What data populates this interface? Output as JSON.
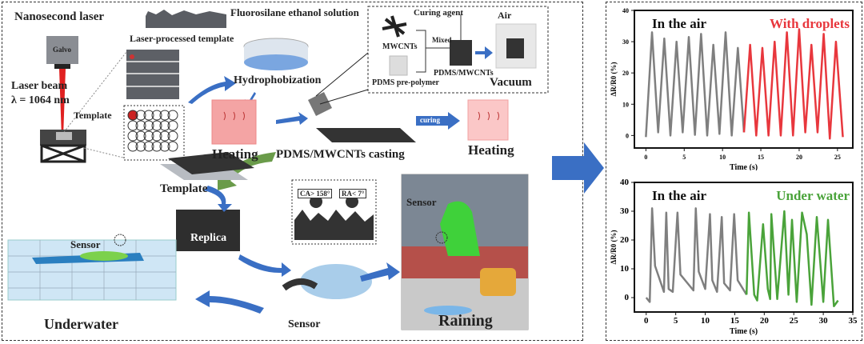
{
  "labels": {
    "nanosecond_laser": "Nanosecond laser",
    "galvo": "Galvo",
    "laser_beam": "Laser beam",
    "wavelength": "λ = 1064 nm",
    "template": "Template",
    "laser_processed_template": "Laser-processed template",
    "fluorosilane": "Fluorosilane ethanol solution",
    "hydrophobization": "Hydrophobization",
    "heating_1": "Heating",
    "heating_2": "Heating",
    "curing_agent": "Curing agent",
    "mwcnts": "MWCNTs",
    "mixed": "Mixed",
    "pdms_prepolymer": "PDMS pre-polymer",
    "pdms_mwcnts": "PDMS/MWCNTs",
    "air": "Air",
    "vacuum": "Vacuum",
    "curing": "curing",
    "casting": "PDMS/MWCNTs casting",
    "template_2": "Template",
    "replica": "Replica",
    "ca": "CA> 158°",
    "ra": "RA< 7°",
    "sensor_water": "Sensor",
    "underwater": "Underwater",
    "sensor_center": "Sensor",
    "sensor_rain": "Sensor",
    "raining": "Raining"
  },
  "colors": {
    "gray_series": "#7f7f7f",
    "red_series": "#e8373d",
    "green_series": "#4aa33a",
    "arrow_blue": "#3a6fc4",
    "arrow_green": "#6a9b4a"
  },
  "chart_data": [
    {
      "type": "line",
      "xlabel": "Time (s)",
      "ylabel": "ΔR/R0 (%)",
      "xlim": [
        -1.5,
        27
      ],
      "ylim": [
        -4,
        40
      ],
      "xticks": [
        0,
        5,
        10,
        15,
        20,
        25
      ],
      "yticks": [
        0,
        10,
        20,
        30,
        40
      ],
      "annotations": [
        "In the air",
        "With droplets"
      ],
      "series": [
        {
          "name": "In the air",
          "color": "#7f7f7f",
          "x": [
            0,
            0.8,
            1.6,
            2.4,
            3.2,
            4.0,
            4.8,
            5.6,
            6.4,
            7.2,
            8.0,
            8.8,
            9.6,
            10.4,
            11.2,
            12.0,
            12.8
          ],
          "y": [
            -0.5,
            33,
            1,
            31,
            0,
            30,
            1,
            31.5,
            0.2,
            32.5,
            0,
            29,
            0.5,
            33,
            0,
            28,
            1
          ]
        },
        {
          "name": "With droplets",
          "color": "#e8373d",
          "x": [
            12.8,
            13.6,
            14.4,
            15.2,
            16.0,
            16.8,
            17.6,
            18.4,
            19.2,
            20.0,
            20.8,
            21.6,
            22.4,
            23.2,
            24.0,
            24.8,
            25.7
          ],
          "y": [
            1,
            29,
            0,
            28,
            0,
            30,
            0,
            33,
            0,
            34,
            1,
            29,
            1,
            32.5,
            -1,
            30,
            -0.5
          ]
        }
      ]
    },
    {
      "type": "line",
      "xlabel": "Time (s)",
      "ylabel": "ΔR/R0 (%)",
      "xlim": [
        -2,
        35
      ],
      "ylim": [
        -5,
        40
      ],
      "xticks": [
        0,
        5,
        10,
        15,
        20,
        25,
        30,
        35
      ],
      "yticks": [
        0,
        10,
        20,
        30,
        40
      ],
      "annotations": [
        "In the air",
        "Under water"
      ],
      "series": [
        {
          "name": "In the air",
          "color": "#7f7f7f",
          "x": [
            0,
            0.6,
            1.0,
            1.5,
            2.5,
            3.0,
            3.4,
            3.8,
            4.5,
            5.3,
            5.8,
            7.0,
            8.0,
            8.4,
            8.9,
            10.0,
            10.8,
            11.2,
            12.0,
            12.8,
            13.2,
            14.2,
            14.9,
            15.5,
            17.0
          ],
          "y": [
            0,
            -1.5,
            31,
            11,
            5,
            2,
            29.5,
            3,
            2,
            29.5,
            8,
            5,
            2.5,
            31,
            9,
            3,
            29,
            6,
            2,
            28,
            5,
            2.5,
            29,
            6,
            1
          ]
        },
        {
          "name": "Under water",
          "color": "#4aa33a",
          "x": [
            17.0,
            17.4,
            18.3,
            18.8,
            19.8,
            20.6,
            21.0,
            21.2,
            22.2,
            23.4,
            24.1,
            24.7,
            25.5,
            26.4,
            27.2,
            28.0,
            28.9,
            30.0,
            30.8,
            31.8,
            32.5
          ],
          "y": [
            1,
            29.5,
            1,
            -1,
            25.5,
            3,
            -0.5,
            29,
            -0.5,
            30,
            1,
            27,
            -1.5,
            29.5,
            22,
            -2.5,
            28,
            -1.5,
            27,
            -3,
            -1
          ]
        }
      ]
    }
  ]
}
